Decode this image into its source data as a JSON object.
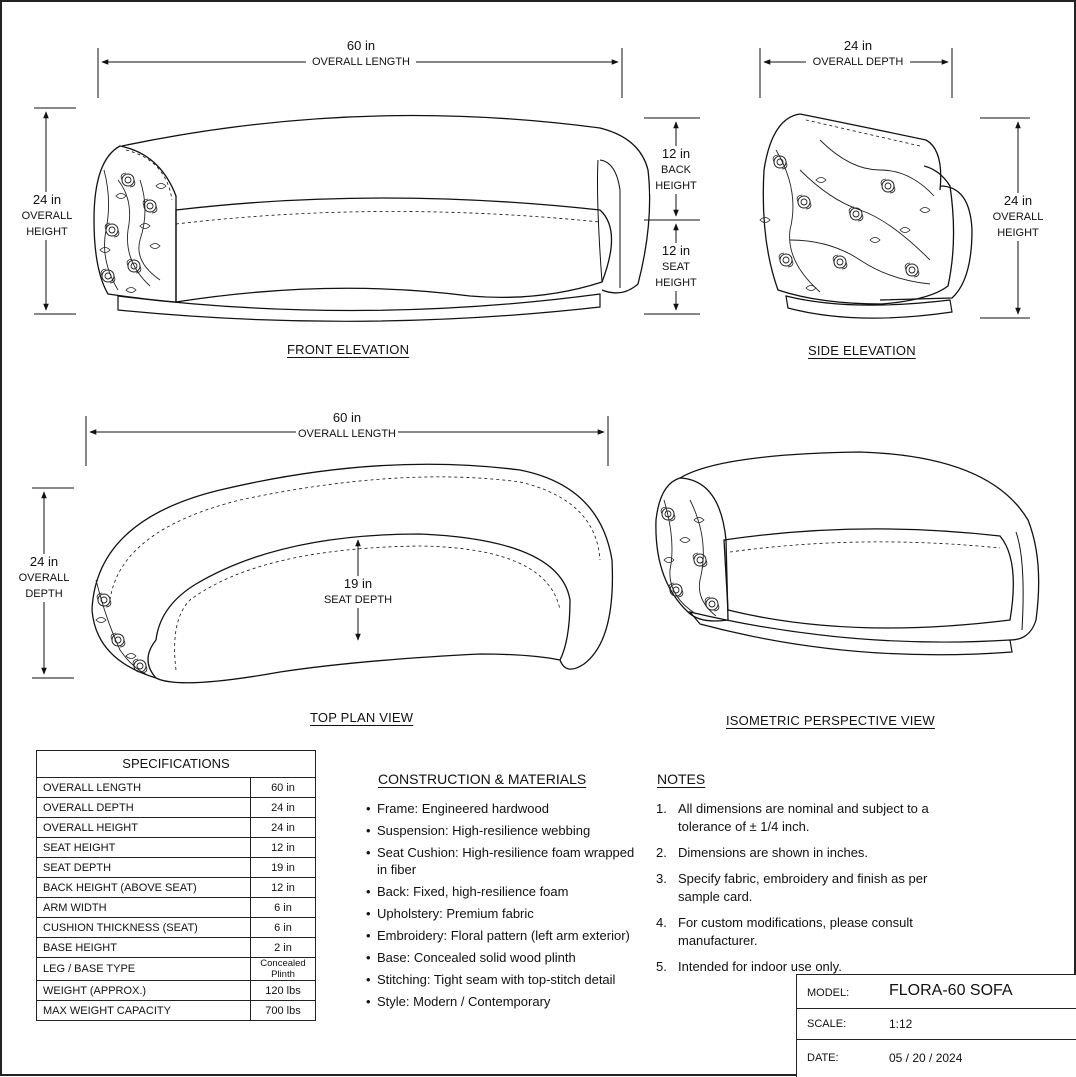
{
  "front": {
    "title": "FRONT ELEVATION",
    "length_value": "60 in",
    "length_label": "OVERALL LENGTH",
    "height_value": "24 in",
    "height_label_1": "OVERALL",
    "height_label_2": "HEIGHT",
    "back_value": "12 in",
    "back_label_1": "BACK",
    "back_label_2": "HEIGHT",
    "seat_value": "12 in",
    "seat_label_1": "SEAT",
    "seat_label_2": "HEIGHT"
  },
  "side": {
    "title": "SIDE ELEVATION",
    "depth_value": "24 in",
    "depth_label": "OVERALL DEPTH",
    "height_value": "24 in",
    "height_label_1": "OVERALL",
    "height_label_2": "HEIGHT"
  },
  "plan": {
    "title": "TOP PLAN VIEW",
    "length_value": "60 in",
    "length_label": "OVERALL LENGTH",
    "depth_value": "24 in",
    "depth_label_1": "OVERALL",
    "depth_label_2": "DEPTH",
    "seat_value": "19 in",
    "seat_label": "SEAT DEPTH"
  },
  "iso": {
    "title": "ISOMETRIC PERSPECTIVE VIEW"
  },
  "specs": {
    "title": "SPECIFICATIONS",
    "rows": [
      {
        "label": "OVERALL LENGTH",
        "value": "60 in"
      },
      {
        "label": "OVERALL DEPTH",
        "value": "24 in"
      },
      {
        "label": "OVERALL HEIGHT",
        "value": "24 in"
      },
      {
        "label": "SEAT HEIGHT",
        "value": "12 in"
      },
      {
        "label": "SEAT DEPTH",
        "value": "19 in"
      },
      {
        "label": "BACK HEIGHT (ABOVE SEAT)",
        "value": "12 in"
      },
      {
        "label": "ARM WIDTH",
        "value": "6 in"
      },
      {
        "label": "CUSHION THICKNESS (SEAT)",
        "value": "6 in"
      },
      {
        "label": "BASE HEIGHT",
        "value": "2 in"
      },
      {
        "label": "LEG / BASE TYPE",
        "value": "Concealed Plinth"
      },
      {
        "label": "WEIGHT (APPROX.)",
        "value": "120 lbs"
      },
      {
        "label": "MAX WEIGHT CAPACITY",
        "value": "700 lbs"
      }
    ]
  },
  "construction": {
    "title": "CONSTRUCTION & MATERIALS",
    "items": [
      "Frame: Engineered hardwood",
      "Suspension: High-resilience webbing",
      "Seat Cushion: High-resilience foam wrapped in fiber",
      "Back: Fixed, high-resilience foam",
      "Upholstery: Premium fabric",
      "Embroidery: Floral pattern (left arm exterior)",
      "Base: Concealed solid wood plinth",
      "Stitching: Tight seam with top-stitch detail",
      "Style: Modern / Contemporary"
    ]
  },
  "notes": {
    "title": "NOTES",
    "items": [
      {
        "num": "1.",
        "text": "All dimensions are nominal and subject to a tolerance of ± 1/4 inch."
      },
      {
        "num": "2.",
        "text": "Dimensions are shown in inches."
      },
      {
        "num": "3.",
        "text": "Specify fabric, embroidery and finish as per sample card."
      },
      {
        "num": "4.",
        "text": "For custom modifications, please consult manufacturer."
      },
      {
        "num": "5.",
        "text": "Intended for indoor use only."
      }
    ]
  },
  "title_block": {
    "model_label": "MODEL:",
    "model_value": "FLORA-60 SOFA",
    "scale_label": "SCALE:",
    "scale_value": "1:12",
    "date_label": "DATE:",
    "date_value": "05 / 20 / 2024"
  }
}
